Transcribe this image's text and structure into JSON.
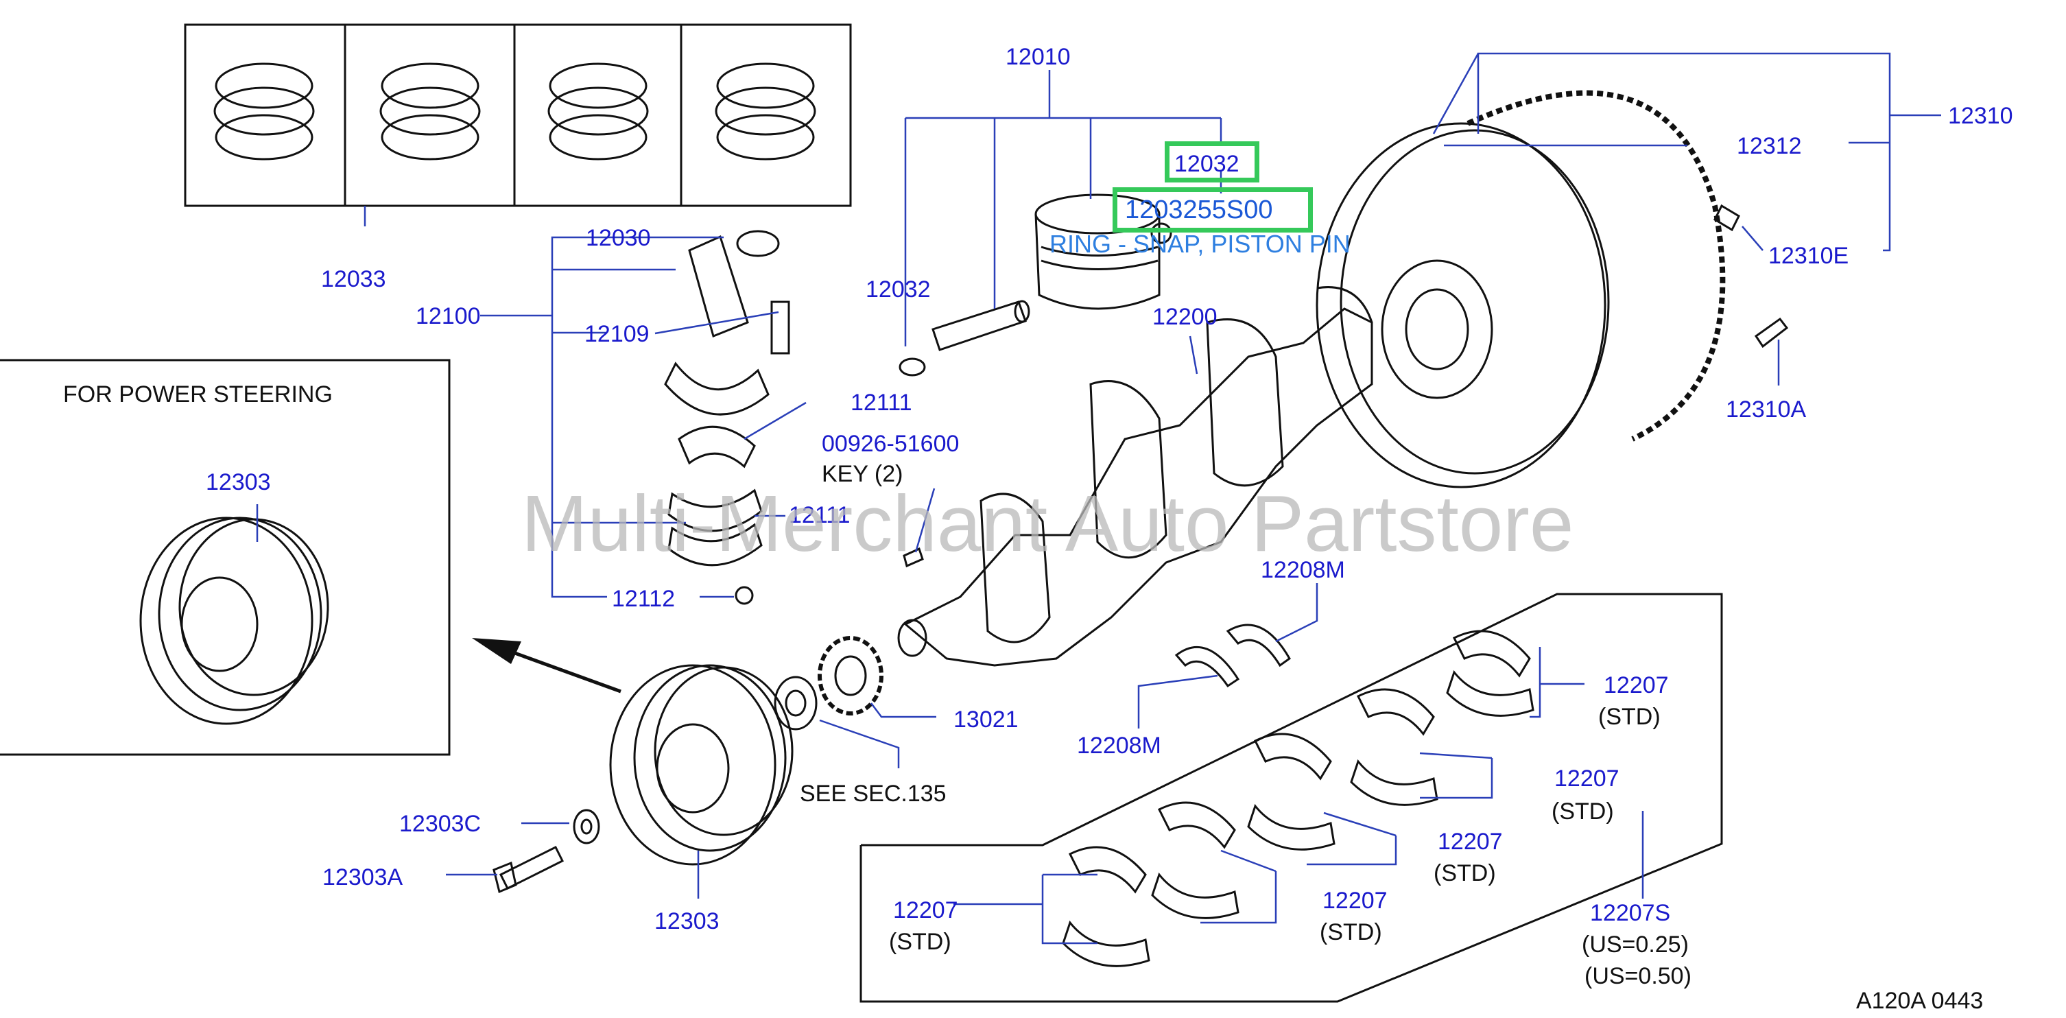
{
  "watermark": "Multi-Merchant Auto Partstore",
  "diagram_code": "A120A  0443",
  "inset_title": "FOR  POWER  STEERING",
  "selection": {
    "part_number": "1203255S00",
    "ref": "12032",
    "description": "RING - SNAP, PISTON PIN",
    "highlight_color": "#35c95a"
  },
  "parts": {
    "p12010": "12010",
    "p12032_top": "12032",
    "p12032_left": "12032",
    "p12033": "12033",
    "p12030": "12030",
    "p12100": "12100",
    "p12109": "12109",
    "p12111_a": "12111",
    "p12111_b": "12111",
    "p12112": "12112",
    "p00926": "00926-51600",
    "key_note": "KEY   (2)",
    "p12200": "12200",
    "p12310": "12310",
    "p12312": "12312",
    "p12310E": "12310E",
    "p12310A": "12310A",
    "p12303_inset": "12303",
    "p12303": "12303",
    "p12303C": "12303C",
    "p12303A": "12303A",
    "p13021": "13021",
    "see_sec": "SEE   SEC.135",
    "p12208M_a": "12208M",
    "p12208M_b": "12208M",
    "p12207_1": "12207",
    "p12207_2": "12207",
    "p12207_3": "12207",
    "p12207_4": "12207",
    "p12207_5": "12207",
    "std_1": "(STD)",
    "std_2": "(STD)",
    "std_3": "(STD)",
    "std_4": "(STD)",
    "std_5": "(STD)",
    "p12207S": "12207S",
    "us025": "(US=0.25)",
    "us050": "(US=0.50)"
  }
}
